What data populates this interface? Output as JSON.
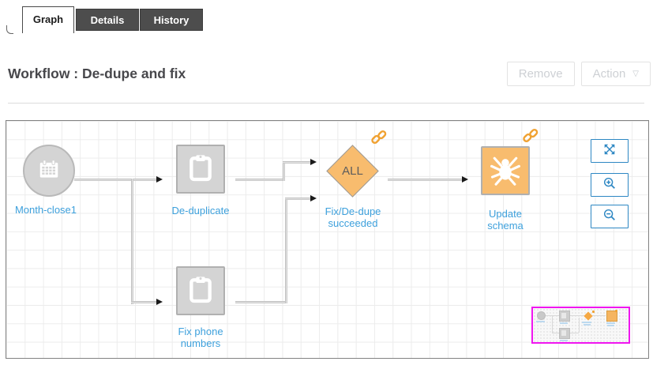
{
  "tabs": [
    {
      "label": "Graph",
      "active": true
    },
    {
      "label": "Details",
      "active": false
    },
    {
      "label": "History",
      "active": false
    }
  ],
  "header": {
    "title": "Workflow : De-dupe and fix"
  },
  "toolbar": {
    "remove_label": "Remove",
    "action_label": "Action",
    "action_caret": "▽"
  },
  "canvas": {
    "nodes": [
      {
        "label": "Month-close1",
        "type": "schedule",
        "shape": "circle",
        "icon": "calendar-icon"
      },
      {
        "label": "De-duplicate",
        "type": "activity",
        "shape": "square",
        "icon": "clipboard-icon"
      },
      {
        "label": "Fix phone numbers",
        "type": "activity",
        "shape": "square",
        "icon": "clipboard-icon"
      },
      {
        "label": "Fix/De-dupe succeeded",
        "type": "precondition",
        "shape": "diamond",
        "badge": "ALL",
        "status_icon": "broken-link-icon"
      },
      {
        "label": "Update schema",
        "type": "activity",
        "shape": "square",
        "icon": "spider-icon",
        "status_icon": "broken-link-icon"
      }
    ],
    "zoom_controls": [
      {
        "name": "fit-view",
        "icon": "expand-icon"
      },
      {
        "name": "zoom-in",
        "icon": "zoom-in-icon"
      },
      {
        "name": "zoom-out",
        "icon": "zoom-out-icon"
      }
    ],
    "minimap": {
      "nodes": [
        "schedule",
        "activity",
        "activity",
        "precondition",
        "activity"
      ]
    }
  },
  "colors": {
    "label_blue": "#3da0dc",
    "control_blue": "#2d87c3",
    "node_gray": "#d4d4d4",
    "node_orange": "#f8bc6e",
    "status_orange": "#f0a232",
    "minimap_border": "#f016f0",
    "tab_dark": "#4d4d4d",
    "disabled_text": "#cdd0d4",
    "title_text": "#47474b"
  }
}
